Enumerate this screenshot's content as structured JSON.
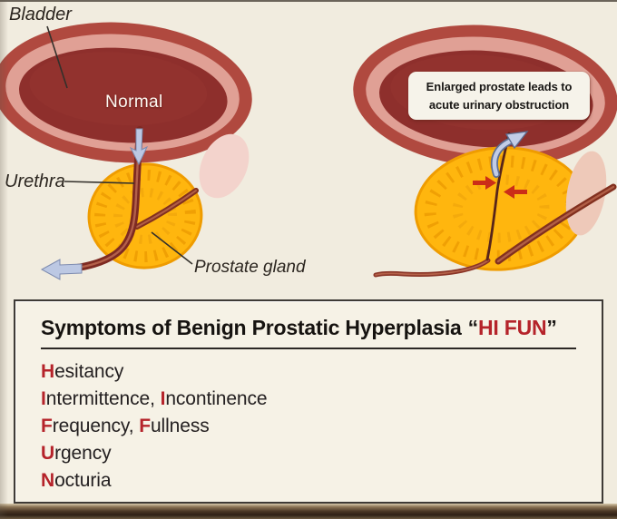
{
  "page": {
    "background_color": "#f1ecdf"
  },
  "colors": {
    "accent_red": "#b5232a",
    "bladder_wall": "#b0493f",
    "bladder_lining": "#e0a095",
    "bladder_interior": "#8e2f2c",
    "prostate_orange": "#ffb60e",
    "urethra_red": "#7e2a22",
    "flow_arrow_blue": "#bcc8e3",
    "obstruction_arrow_red": "#cb2d18",
    "panel_background": "#f6f2e6"
  },
  "left_diagram": {
    "bladder_label": "Bladder",
    "status_label": "Normal",
    "urethra_label": "Urethra",
    "prostate_label": "Prostate gland"
  },
  "right_diagram": {
    "callout_text": "Enlarged prostate leads to acute urinary obstruction"
  },
  "symptoms_panel": {
    "title": "Symptoms of Benign Prostatic Hyperplasia",
    "open_quote": "“",
    "mnemonic": "HI FUN",
    "close_quote": "”",
    "items": [
      {
        "parts": [
          {
            "highlight": "H",
            "text": "esitancy"
          }
        ]
      },
      {
        "parts": [
          {
            "highlight": "I",
            "text": "ntermittence, "
          },
          {
            "highlight": "I",
            "text": "ncontinence"
          }
        ]
      },
      {
        "parts": [
          {
            "highlight": "F",
            "text": "requency, "
          },
          {
            "highlight": "F",
            "text": "ullness"
          }
        ]
      },
      {
        "parts": [
          {
            "highlight": "U",
            "text": "rgency"
          }
        ]
      },
      {
        "parts": [
          {
            "highlight": "N",
            "text": "octuria"
          }
        ]
      }
    ]
  },
  "icons": {
    "urine-flow-down-arrow-icon": "↓",
    "urine-flow-out-arrow-icon": "←",
    "urine-reflux-arrow-icon": "↗",
    "compression-arrow-right-icon": "→",
    "compression-arrow-left-icon": "←"
  }
}
